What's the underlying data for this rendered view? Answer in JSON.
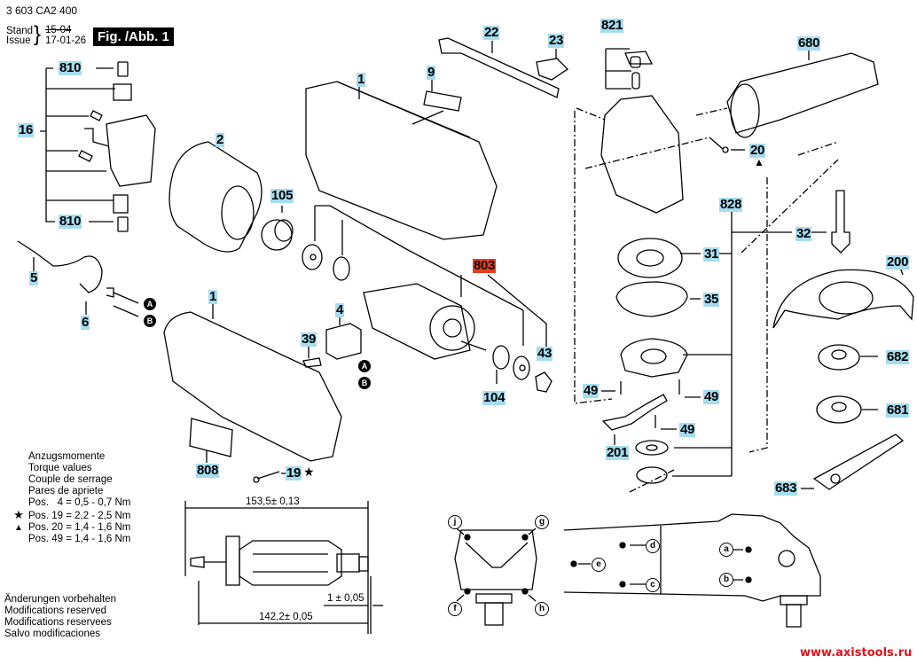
{
  "header": {
    "doc_number": "3 603 CA2 400",
    "stand_label": "Stand",
    "issue_label": "Issue",
    "old_date_struck": "15-04",
    "issue_date": "17-01-26",
    "figure_badge": "Fig. /Abb. 1"
  },
  "labels": {
    "p810a": "810",
    "p810b": "810",
    "p16": "16",
    "p2": "2",
    "p5": "5",
    "p6": "6",
    "p105": "105",
    "p1a": "1",
    "p1b": "1",
    "p9": "9",
    "p22": "22",
    "p23": "23",
    "p803": "803",
    "p4": "4",
    "p39": "39",
    "p43": "43",
    "p104": "104",
    "p808": "808",
    "p19": "19",
    "p821": "821",
    "p680": "680",
    "p20": "20",
    "p828": "828",
    "p32": "32",
    "p31": "31",
    "p35": "35",
    "p200": "200",
    "p49a": "49",
    "p49b": "49",
    "p49c": "49",
    "p682": "682",
    "p681": "681",
    "p201": "201",
    "p683": "683"
  },
  "connectors": {
    "A": "A",
    "B": "B"
  },
  "torque": {
    "title_lines": [
      "Anzugsmomente",
      "Torque values",
      "Couple de serrage",
      "Pares de apriete"
    ],
    "rows": [
      {
        "symbol": "",
        "text": "Pos.   4 = 0,5 - 0,7 Nm"
      },
      {
        "symbol": "★",
        "text": "Pos. 19 = 2,2 - 2,5 Nm"
      },
      {
        "symbol": "▲",
        "text": "Pos. 20 = 1,4 - 1,6 Nm"
      },
      {
        "symbol": "",
        "text": "Pos. 49 = 1,4 - 1,6 Nm"
      }
    ]
  },
  "markers": {
    "star": "★",
    "triangle": "▲"
  },
  "dimensions": {
    "overall": "153,5± 0,13",
    "offset": "1 ± 0,05",
    "inner": "142,2± 0,05"
  },
  "screw_points": {
    "j": "j",
    "g": "g",
    "f": "f",
    "h": "h",
    "d": "d",
    "e": "e",
    "c": "c",
    "a": "a",
    "b": "b"
  },
  "disclaimer": [
    "Änderungen vorbehalten",
    "Modifications reserved",
    "Modifications reservees",
    "Salvo modificaciones"
  ],
  "footer": {
    "url": "www.axistools.ru"
  },
  "colors": {
    "label_bg": "#a6dcef",
    "highlight_label_bg": "#e8401c",
    "url_color": "#e0141e"
  }
}
